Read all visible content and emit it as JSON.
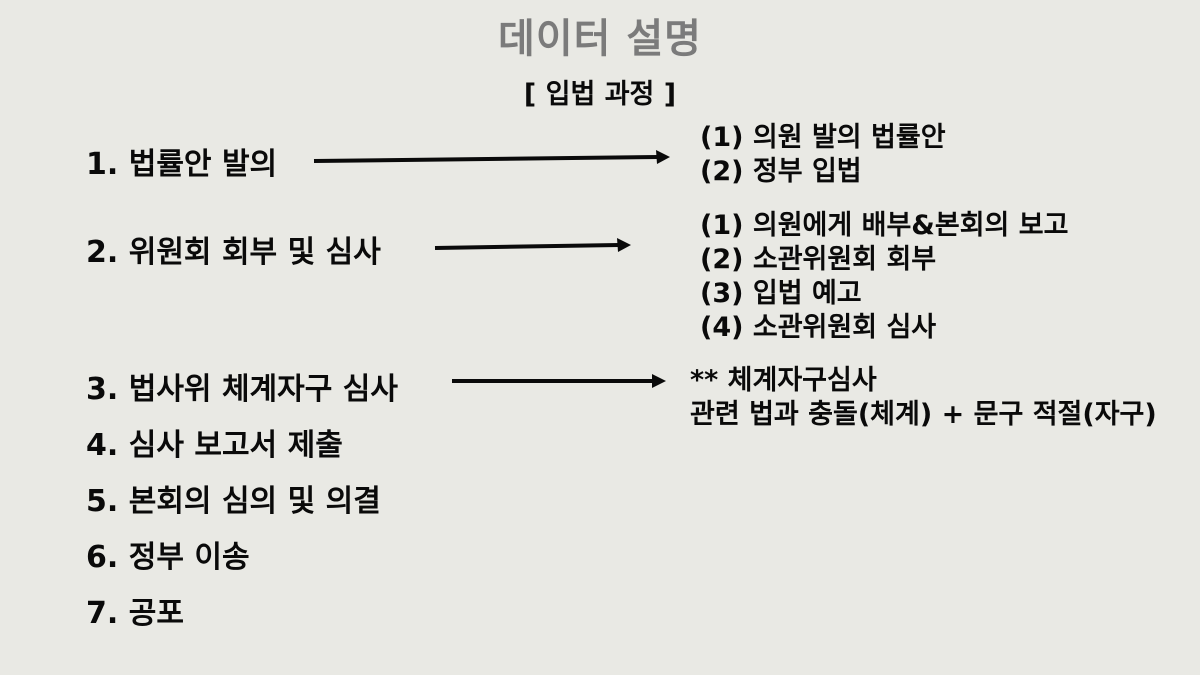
{
  "header": {
    "title": "데이터 설명",
    "subtitle": "[ 입법 과정 ]"
  },
  "steps": [
    {
      "label": "1. 법률안 발의"
    },
    {
      "label": "2. 위원회 회부 및 심사"
    },
    {
      "label": "3. 법사위 체계자구 심사"
    },
    {
      "label": "4. 심사 보고서 제출"
    },
    {
      "label": "5. 본회의 심의 및 의결"
    },
    {
      "label": "6. 정부 이송"
    },
    {
      "label": "7. 공포"
    }
  ],
  "details": {
    "step1": [
      "(1)  의원 발의 법률안",
      "(2) 정부 입법"
    ],
    "step2": [
      "(1)  의원에게 배부&본회의 보고",
      "(2) 소관위원회 회부",
      "(3) 입법 예고",
      "(4) 소관위원회 심사"
    ],
    "step3": [
      "** 체계자구심사",
      "관련 법과 충돌(체계) + 문구 적절(자구)"
    ]
  },
  "colors": {
    "background": "#e9e9e4",
    "title": "#7b7b7b",
    "text": "#0a0a0a"
  }
}
